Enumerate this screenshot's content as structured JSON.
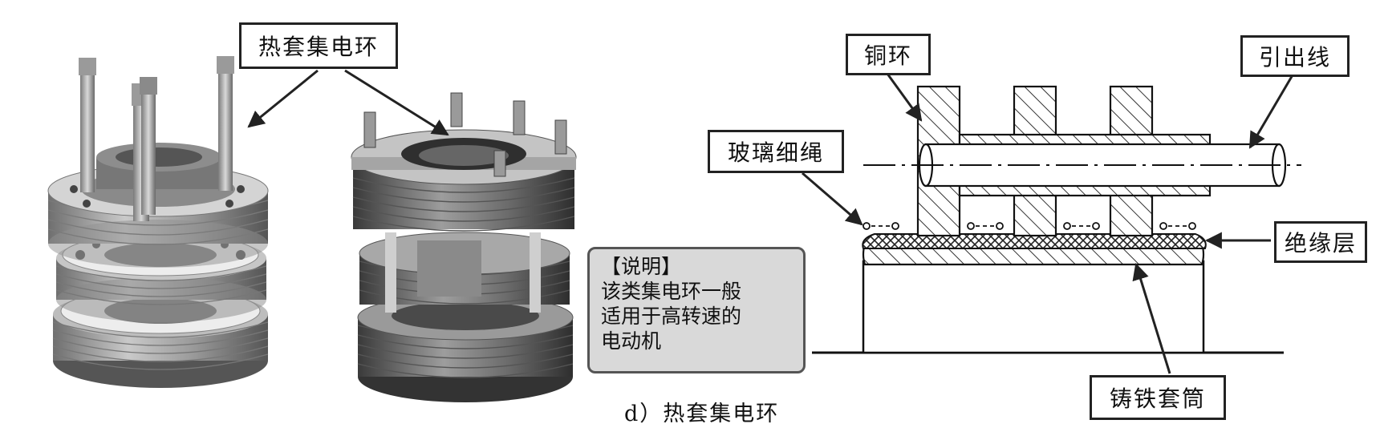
{
  "photo_label": "热套集电环",
  "note": {
    "title": "【说明】",
    "lines": [
      "该类集电环一般",
      "适用于高转速的",
      "电动机"
    ]
  },
  "caption": "d）热套集电环",
  "diagram_labels": {
    "copper_ring": "铜环",
    "lead_wire": "引出线",
    "glass_rope": "玻璃细绳",
    "insulation": "绝缘层",
    "cast_iron_sleeve": "铸铁套筒"
  }
}
